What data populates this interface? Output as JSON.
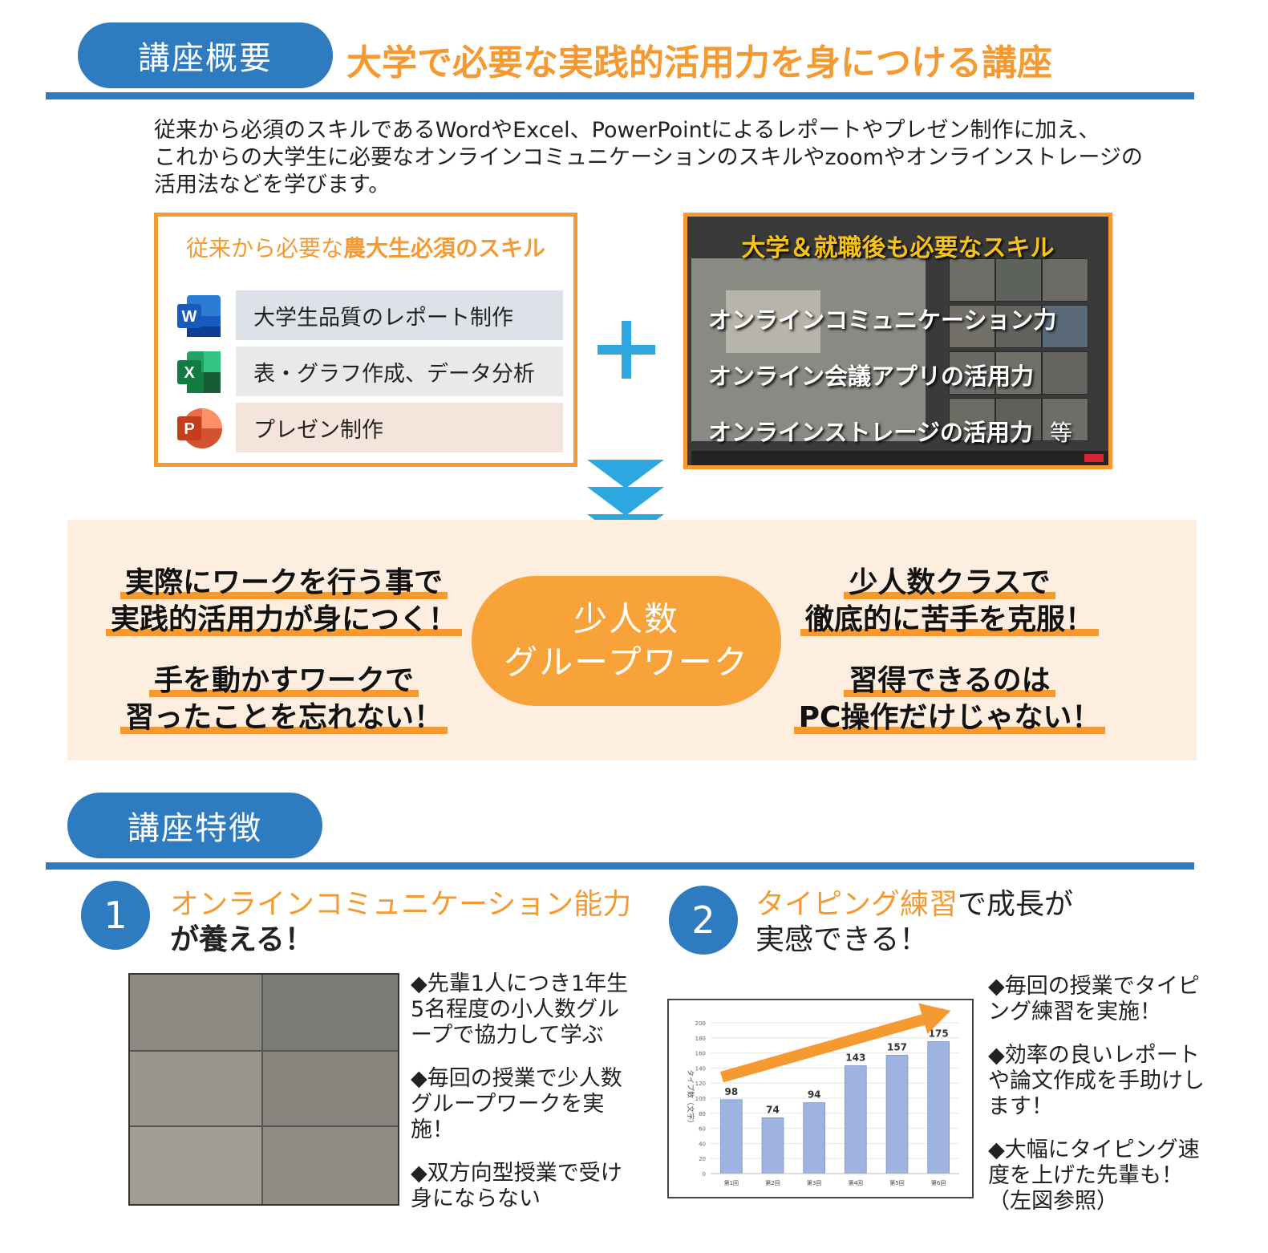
{
  "overview": {
    "pill": "講座概要",
    "headline": "大学で必要な実践的活用力を身につける講座",
    "intro": [
      "従来から必須のスキルであるWordやExcel、PowerPointによるレポートやプレゼン制作に加え、",
      "これからの大学生に必要なオンラインコミュニケーションのスキルやzoomやオンラインストレージの",
      "活用法などを学びます。"
    ]
  },
  "skills_box": {
    "title_plain": "従来から必要な",
    "title_bold": "農大生必須のスキル",
    "items": [
      {
        "label": "大学生品質のレポート制作",
        "icon": "word-icon",
        "letter": "W",
        "bg": "#dde1e8"
      },
      {
        "label": "表・グラフ作成、データ分析",
        "icon": "excel-icon",
        "letter": "X",
        "bg": "#e8eae7"
      },
      {
        "label": "プレゼン制作",
        "icon": "powerpoint-icon",
        "letter": "P",
        "bg": "#f5e4dc"
      }
    ]
  },
  "plus": "+",
  "online_box": {
    "title": "大学＆就職後も必要なスキル",
    "lines": [
      "オンラインコミュニケーション力",
      "オンライン会議アプリの活用力",
      "オンラインストレージの活用力"
    ],
    "suffix": "等"
  },
  "banner": {
    "left_top": [
      "実際にワークを行う事で",
      "実践的活用力が身につく！"
    ],
    "left_bottom": [
      "手を動かすワークで",
      "習ったことを忘れない！"
    ],
    "center": [
      "少人数",
      "グループワーク"
    ],
    "right_top": [
      "少人数クラスで",
      "徹底的に苦手を克服！"
    ],
    "right_bottom": [
      "習得できるのは",
      "PC操作だけじゃない！"
    ]
  },
  "features": {
    "pill": "講座特徴",
    "f1": {
      "num": "1",
      "title_orange": "オンラインコミュニケーション能力",
      "title_plain": "が養える！",
      "bullets": [
        "◆先輩1人につき1年生5名程度の小人数グループで協力して学ぶ",
        "◆毎回の授業で少人数グループワークを実施！",
        "◆双方向型授業で受け身にならない"
      ]
    },
    "f2": {
      "num": "2",
      "title_orange": "タイピング練習",
      "title_plain": "で成長が",
      "title_line2": "実感できる！",
      "bullets": [
        "◆毎回の授業でタイピング練習を実施！",
        "◆効率の良いレポートや論文作成を手助けします！",
        "◆大幅にタイピング速度を上げた先輩も！（左図参照）"
      ]
    }
  },
  "chart_data": {
    "type": "bar",
    "categories": [
      "第1回",
      "第2回",
      "第3回",
      "第4回",
      "第5回",
      "第6回"
    ],
    "values": [
      98,
      74,
      94,
      143,
      157,
      175
    ],
    "ylabel": "タイプ数（文字）",
    "ylim": [
      0,
      200
    ],
    "yticks": [
      "0",
      "20",
      "40",
      "60",
      "80",
      "100",
      "120",
      "140",
      "160",
      "180",
      "200"
    ],
    "bar_color": "#9fb3e0",
    "arrow_color": "#f49a30"
  }
}
